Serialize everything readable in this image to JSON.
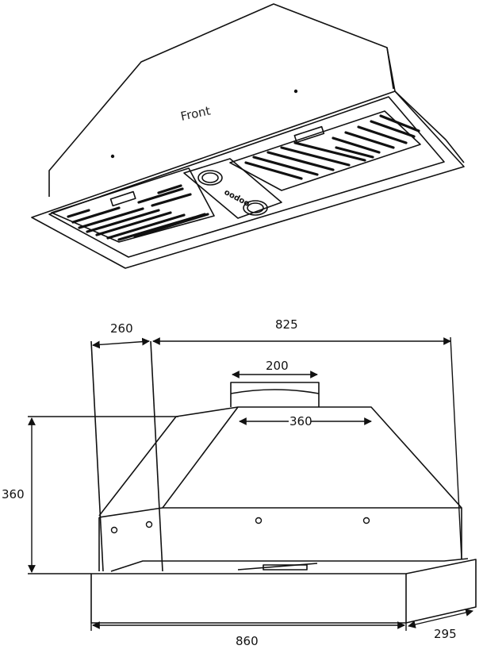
{
  "top_view": {
    "front_label": "Front",
    "brand_text": "oodoo"
  },
  "dimensions": {
    "depth_top": "260",
    "width_top": "825",
    "outlet_diameter": "200",
    "body_width": "360",
    "height": "360",
    "total_width": "860",
    "total_depth": "295"
  }
}
